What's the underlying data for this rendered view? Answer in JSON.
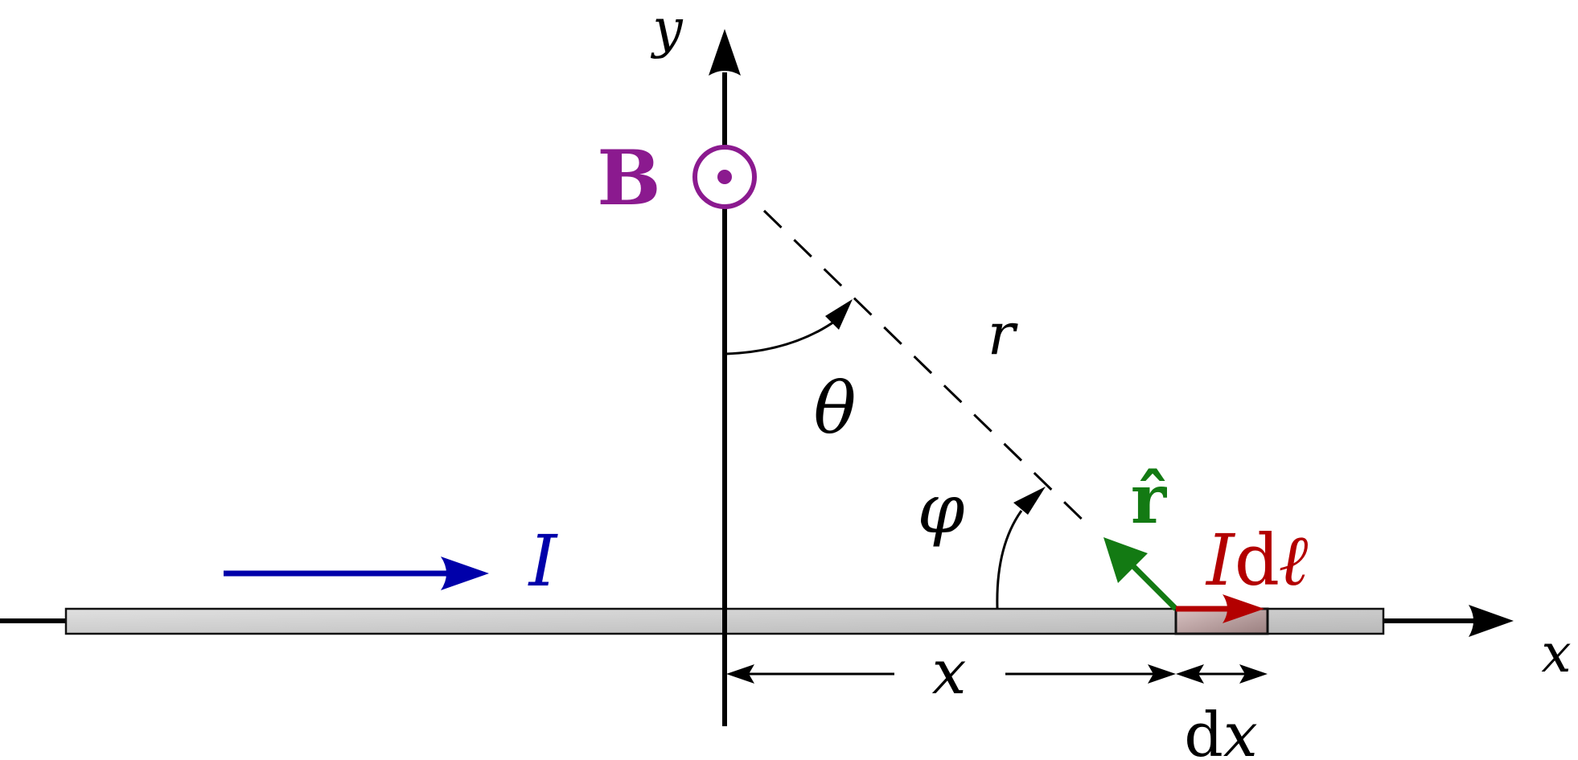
{
  "labels": {
    "y_axis": "y",
    "x_axis": "x",
    "field": "B",
    "current": "I",
    "distance": "r",
    "theta": "θ",
    "phi": "φ",
    "unit_vector": "r̂",
    "current_element_I": "I",
    "current_element_d": "d",
    "current_element_l": "ℓ",
    "x_span": "x",
    "dx_d": "d",
    "dx_x": "x"
  },
  "colors": {
    "axes": "#000000",
    "field": "#8b1a8f",
    "current": "#0000aa",
    "unit_vector": "#137a13",
    "current_element": "#b30000",
    "wire_fill": "#cccccc",
    "wire_stroke": "#111111"
  }
}
